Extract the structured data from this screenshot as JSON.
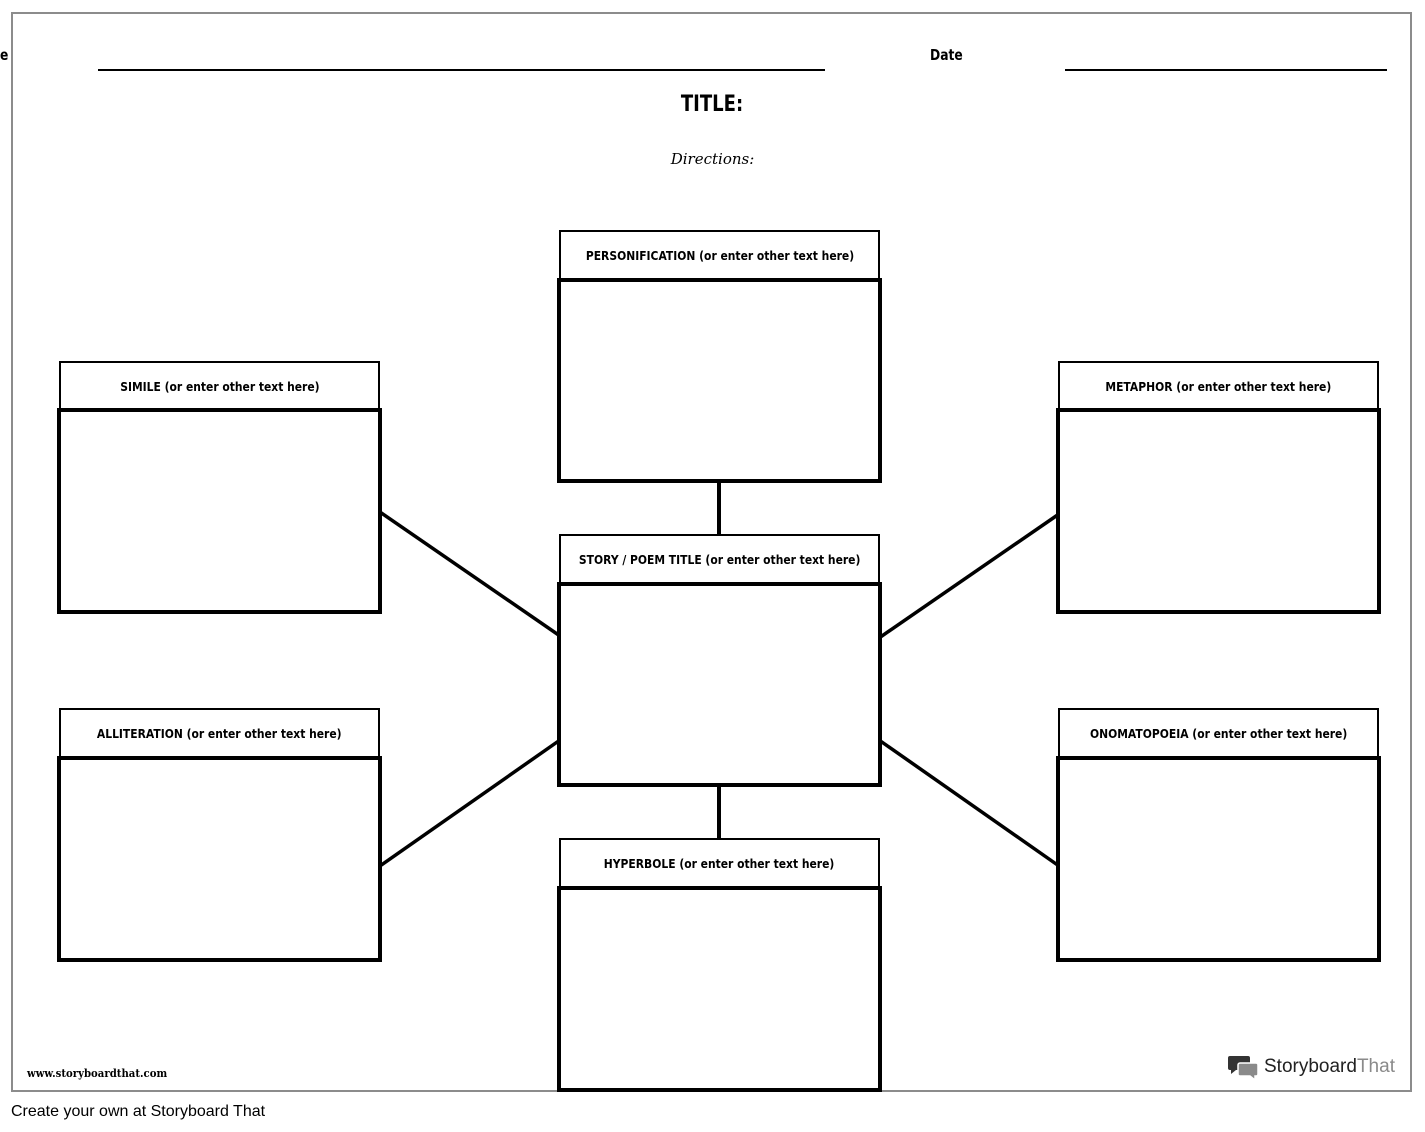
{
  "header": {
    "name_label": "e",
    "date_label": "Date",
    "title": "TITLE:",
    "directions": "Directions:"
  },
  "boxes": {
    "personification": "PERSONIFICATION (or enter other text here)",
    "simile": "SIMILE (or enter other text here)",
    "metaphor": "METAPHOR (or enter other text here)",
    "story": "STORY / POEM TITLE (or enter other text here)",
    "alliteration": "ALLITERATION (or enter other text here)",
    "onomatopoeia": "ONOMATOPOEIA (or enter other text here)",
    "hyperbole": "HYPERBOLE (or enter other text here)"
  },
  "footer": {
    "url": "www.storyboardthat.com",
    "brand_part1": "Storyboard",
    "brand_part2": "That",
    "credit": "Create your own at Storyboard That"
  }
}
